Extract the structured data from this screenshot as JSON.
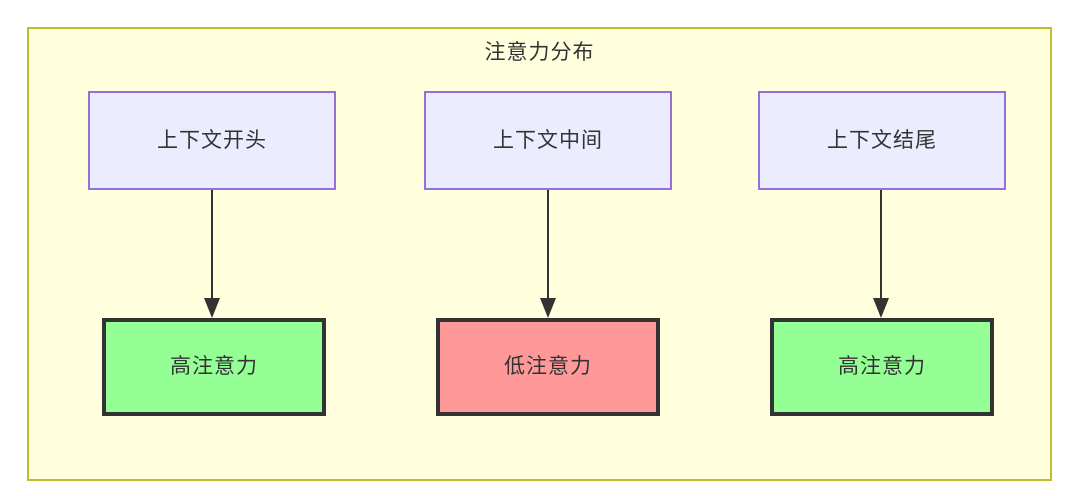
{
  "diagram": {
    "title": "注意力分布",
    "type": "flowchart",
    "container": {
      "fill": "#ffffde",
      "stroke": "#bfbf2e"
    },
    "palette": {
      "context_fill": "#ececff",
      "context_stroke": "#9370db",
      "high_attention_fill": "#94ff94",
      "low_attention_fill": "#ff9999",
      "node_stroke": "#333333",
      "text": "#333333",
      "arrow": "#333333"
    },
    "columns": [
      {
        "source": {
          "label": "上下文开头",
          "kind": "context"
        },
        "target": {
          "label": "高注意力",
          "kind": "high"
        }
      },
      {
        "source": {
          "label": "上下文中间",
          "kind": "context"
        },
        "target": {
          "label": "低注意力",
          "kind": "low"
        }
      },
      {
        "source": {
          "label": "上下文结尾",
          "kind": "context"
        },
        "target": {
          "label": "高注意力",
          "kind": "high"
        }
      }
    ],
    "edges": [
      {
        "from": "上下文开头",
        "to": "高注意力",
        "style": "arrow-down"
      },
      {
        "from": "上下文中间",
        "to": "低注意力",
        "style": "arrow-down"
      },
      {
        "from": "上下文结尾",
        "to": "高注意力",
        "style": "arrow-down"
      }
    ]
  }
}
